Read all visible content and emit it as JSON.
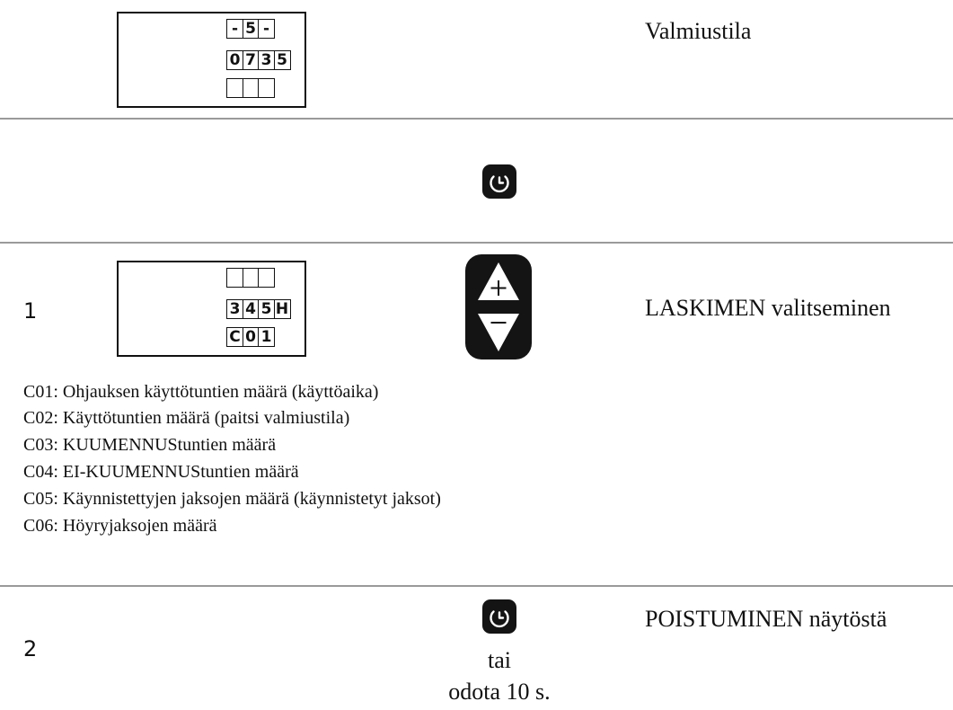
{
  "sections": {
    "standby": {
      "label": "Valmiustila",
      "display": {
        "row1": [
          "-",
          "5",
          "-"
        ],
        "row2": [
          "0",
          "7",
          "3",
          "5"
        ],
        "row3": [
          "",
          "",
          ""
        ]
      }
    },
    "step1": {
      "number": "1",
      "label": "LASKIMEN valitseminen",
      "display": {
        "row1": [
          "",
          "",
          ""
        ],
        "row2": [
          "3",
          "4",
          "5",
          "H"
        ],
        "row3": [
          "C",
          "0",
          "1"
        ]
      },
      "counters": [
        "C01: Ohjauksen käyttötuntien määrä (käyttöaika)",
        "C02: Käyttötuntien määrä (paitsi valmiustila)",
        "C03: KUUMENNUStuntien määrä",
        "C04: EI-KUUMENNUStuntien määrä",
        "C05: Käynnistettyjen jaksojen määrä (käynnistetyt jaksot)",
        "C06: Höyryjaksojen määrä"
      ]
    },
    "step2": {
      "number": "2",
      "label": "POISTUMINEN näytöstä",
      "or_text": "tai",
      "wait_text": "odota 10 s."
    }
  },
  "icons": {
    "clock_button": "clock-icon",
    "plus_minus_button": "plus-minus-icon"
  }
}
